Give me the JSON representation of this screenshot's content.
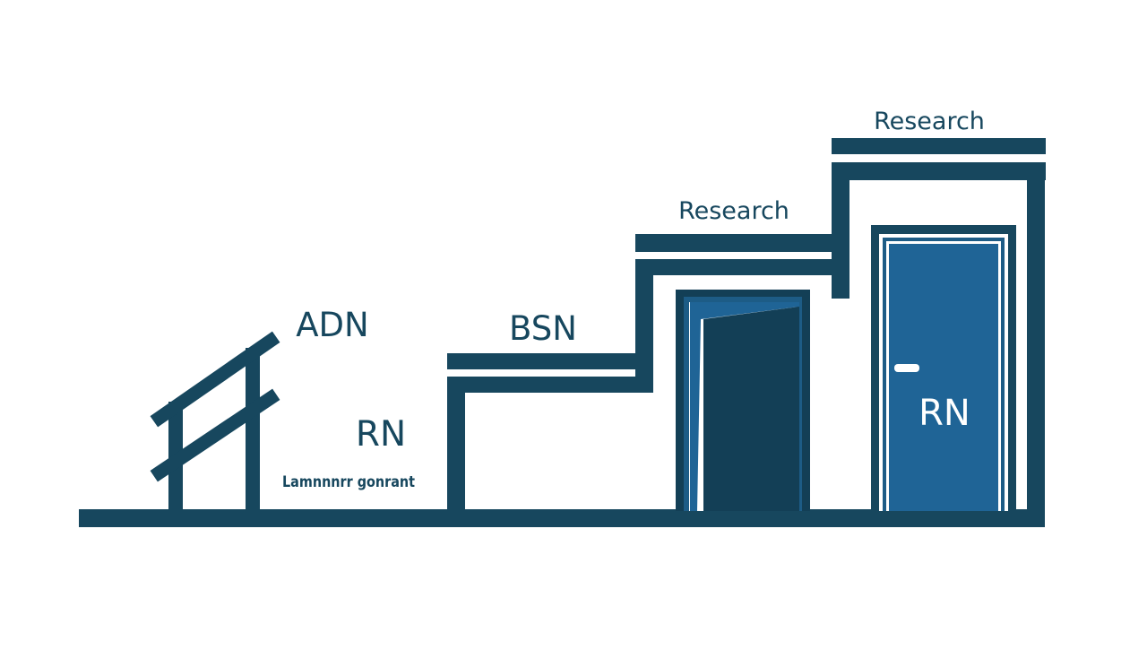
{
  "colors": {
    "structure": "#17475e",
    "door_blue": "#1f6496",
    "door_dark": "#133f56",
    "door_trim": "#1d5c86",
    "door_light": "#ffffff",
    "background": "#ffffff"
  },
  "labels": {
    "adn": "ADN",
    "rn_left": "RN",
    "small_text": "Lamnnnrr gonrant",
    "bsn": "BSN",
    "research_middle": "Research",
    "research_top": "Research",
    "rn_door": "RN"
  },
  "icons": {
    "open_door": "open-door-icon",
    "closed_door": "closed-door-icon",
    "door_handle": "door-handle-icon",
    "railing": "railing-icon"
  }
}
